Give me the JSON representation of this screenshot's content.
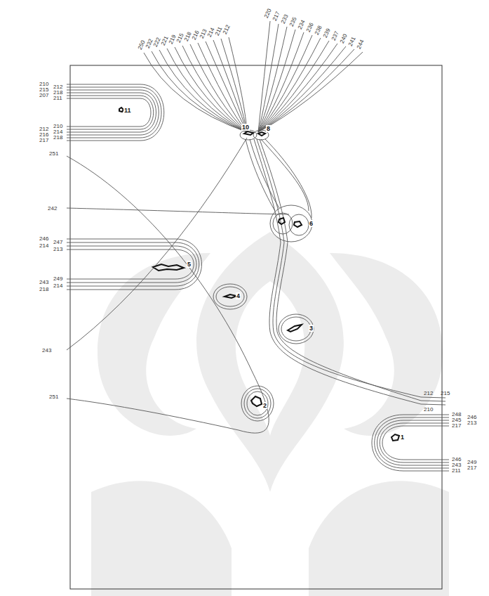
{
  "diagram": {
    "labels": [
      "11",
      "10",
      "8",
      "6",
      "5",
      "4",
      "3",
      "2",
      "1",
      "251",
      "242",
      "243",
      "251",
      "212",
      "215",
      "210",
      "210",
      "212",
      "215",
      "218",
      "207",
      "211",
      "217",
      "218",
      "216",
      "214",
      "212",
      "210",
      "246",
      "247",
      "214",
      "213",
      "218",
      "214",
      "243",
      "249",
      "248",
      "246",
      "245",
      "213",
      "217",
      "211",
      "217",
      "243",
      "249",
      "246",
      "250",
      "232",
      "222",
      "221",
      "219",
      "215",
      "218",
      "216",
      "213",
      "214",
      "211",
      "212",
      "220",
      "217",
      "233",
      "235",
      "234",
      "236",
      "238",
      "239",
      "237",
      "240",
      "241",
      "244"
    ]
  }
}
